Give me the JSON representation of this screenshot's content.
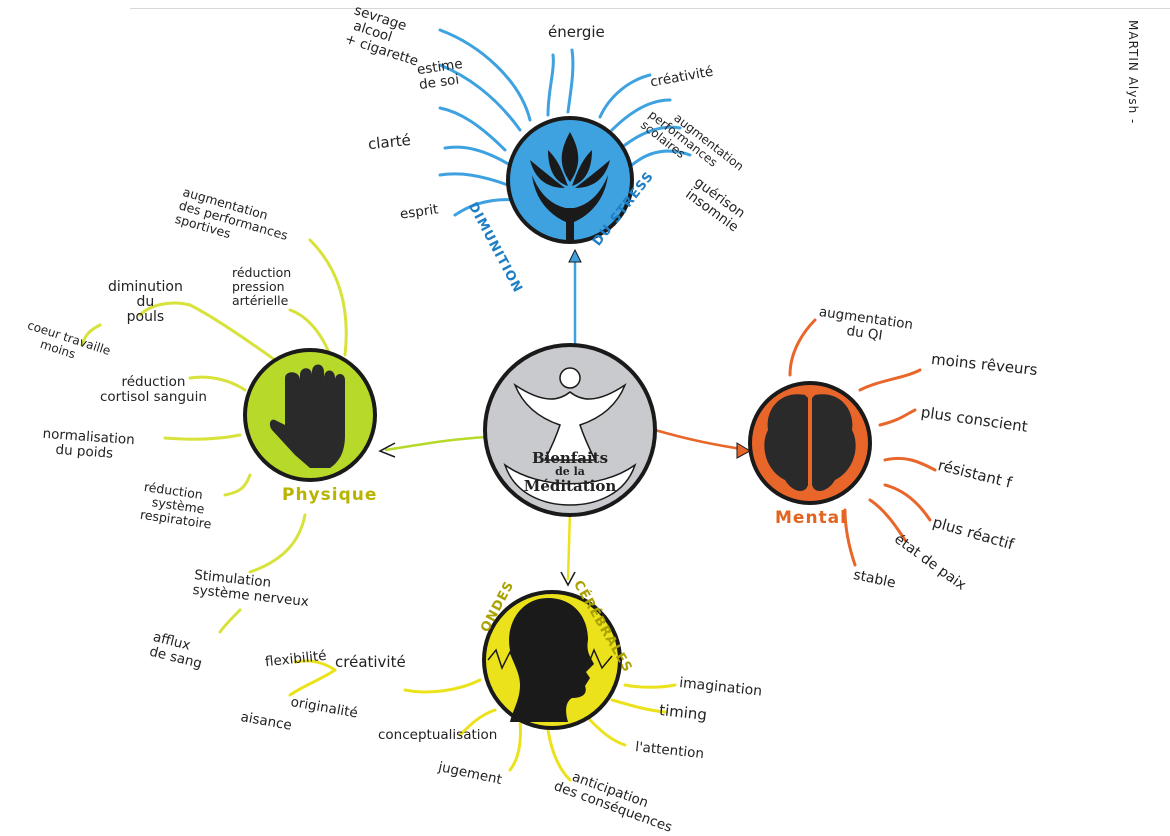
{
  "author": "MARTIN Alysh -",
  "center": {
    "line1": "Bienfaits",
    "line2": "de la",
    "line3": "Méditation"
  },
  "stress": {
    "title_left": "DIMUNITION",
    "title_right": "DU STRESS",
    "items": {
      "sevrage": [
        "sevrage",
        "alcool",
        "+ cigarette"
      ],
      "energie": "énergie",
      "estime": [
        "estime",
        "de soi"
      ],
      "creativite": "créativité",
      "performances": [
        "augmentation",
        "performances",
        "scolaires"
      ],
      "clarte": "clarté",
      "guerison": [
        "guérison",
        "insomnie"
      ],
      "esprit": "esprit"
    }
  },
  "physique": {
    "title": "Physique",
    "items": {
      "sport": [
        "augmentation",
        "des performances",
        "sportives"
      ],
      "pression": [
        "réduction",
        "pression",
        "artérielle"
      ],
      "pouls": [
        "diminution",
        "du",
        "pouls"
      ],
      "coeur": [
        "coeur travaille",
        "moins"
      ],
      "cortisol": [
        "réduction",
        "cortisol sanguin"
      ],
      "poids": [
        "normalisation",
        "du poids"
      ],
      "respiratoire": [
        "réduction",
        "système",
        "respiratoire"
      ],
      "nerveux": [
        "Stimulation",
        "système nerveux"
      ],
      "sang": [
        "afflux",
        "de sang"
      ]
    }
  },
  "mental": {
    "title": "Mental",
    "items": {
      "qi": [
        "augmentation",
        "du QI"
      ],
      "reveurs": "moins rêveurs",
      "conscient": "plus conscient",
      "resistant": "résistant f",
      "reactif": "plus réactif",
      "paix": "état de paix",
      "stable": "stable"
    }
  },
  "ondes": {
    "title_left": "ONDES",
    "title_right": "CÉRÉBRALES",
    "items": {
      "flexibilite": "flexibilité",
      "creativite": "créativité",
      "originalite": "originalité",
      "aisance": "aisance",
      "conceptualisation": "conceptualisation",
      "jugement": "jugement",
      "anticipation": [
        "anticipation",
        "des conséquences"
      ],
      "attention": "l'attention",
      "timing": "timing",
      "imagination": "imagination"
    }
  },
  "colors": {
    "blue": "#3ea2e0",
    "green": "#b7d92a",
    "orange": "#e8662a",
    "yellow": "#ece21c",
    "gray": "#c9cacd",
    "ink": "#1a1a1a"
  }
}
